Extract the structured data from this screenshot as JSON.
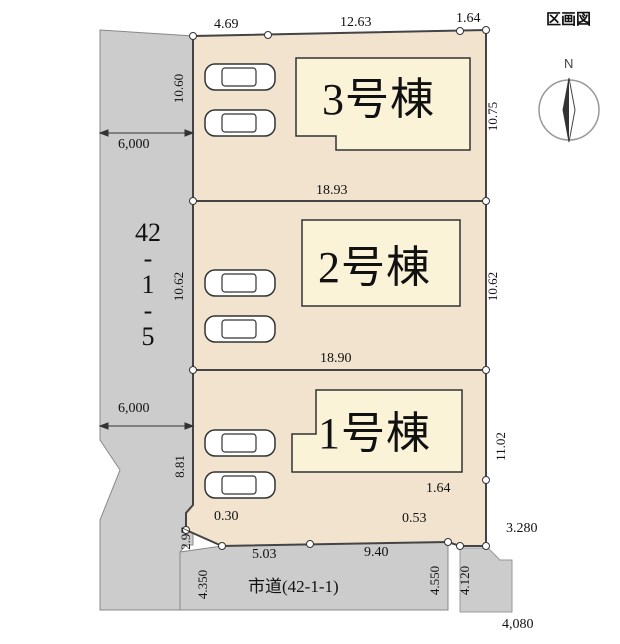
{
  "title": "区画図",
  "north_label": "N",
  "buildings": [
    {
      "label": "3号棟"
    },
    {
      "label": "2号棟"
    },
    {
      "label": "1号棟"
    }
  ],
  "adjacent_lot": {
    "line1": "42",
    "line2": "-",
    "line3": "1",
    "line4": "-",
    "line5": "5"
  },
  "road_label": "市道(42-1-1)",
  "dimensions": {
    "top_a": "4.69",
    "top_b": "12.63",
    "top_c": "1.64",
    "lot3_left": "10.60",
    "lot3_right": "10.75",
    "setback_upper": "6,000",
    "lot3_bottom": "18.93",
    "lot2_left": "10.62",
    "lot2_right": "10.62",
    "lot2_bottom": "18.90",
    "setback_lower": "6,000",
    "lot1_left": "8.81",
    "lot1_right": "11.02",
    "corner_right": "1.64",
    "corner_left": "0.30",
    "corner_small": "0.53",
    "diag_left": "2.97",
    "bottom_a": "5.03",
    "bottom_b": "9.40",
    "road_left": "4.350",
    "road_mid": "4.550",
    "road_right": "4.120",
    "road_far": "3.280",
    "road_bottom": "4,080"
  },
  "colors": {
    "lot_fill": "#f2e3cf",
    "building_fill": "#fbf3d8",
    "gray_fill": "#cccccc",
    "line": "#444444"
  }
}
